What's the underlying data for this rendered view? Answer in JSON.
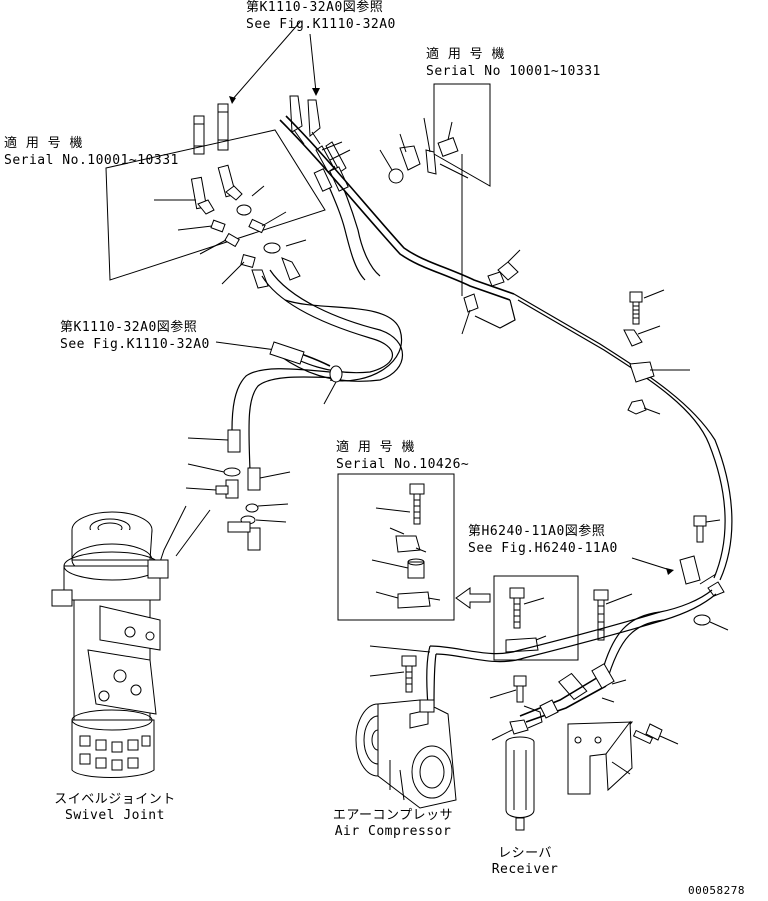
{
  "labels": {
    "ref_top_jp": "第K1110-32A0図参照",
    "ref_top_en": "See Fig.K1110-32A0",
    "serial_tr_jp": "適 用 号 機",
    "serial_tr_en": "Serial No 10001~10331",
    "serial_tl_jp": "適 用 号 機",
    "serial_tl_en": "Serial No.10001~10331",
    "ref_mid_jp": "第K1110-32A0図参照",
    "ref_mid_en": "See Fig.K1110-32A0",
    "serial_mid_jp": "適 用 号 機",
    "serial_mid_en": "Serial No.10426~",
    "ref_right_jp": "第H6240-11A0図参照",
    "ref_right_en": "See Fig.H6240-11A0",
    "swivel_jp": "スイベルジョイント",
    "swivel_en": "Swivel Joint",
    "compressor_jp": "エアーコンプレッサ",
    "compressor_en": "Air Compressor",
    "receiver_jp": "レシーバ",
    "receiver_en": "Receiver",
    "drawing_no": "00058278"
  },
  "icons": [
    "swivel-joint",
    "air-compressor",
    "receiver-tank",
    "bolt",
    "clamp",
    "hose-fitting",
    "arrow-left"
  ]
}
